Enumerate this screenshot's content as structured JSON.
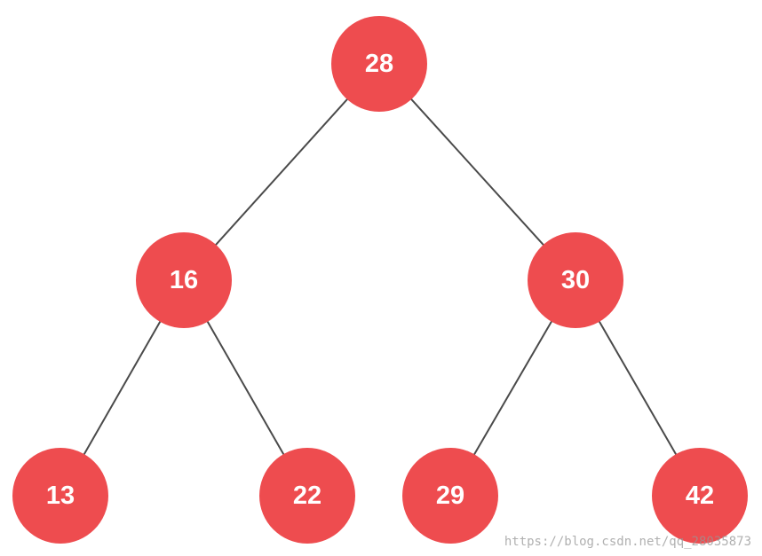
{
  "tree": {
    "node_color": "#ee4c4f",
    "label_color": "#ffffff",
    "edge_color": "#4a4a4a",
    "nodes": [
      {
        "id": "n28",
        "label": "28"
      },
      {
        "id": "n16",
        "label": "16",
        "parent": "n28"
      },
      {
        "id": "n30",
        "label": "30",
        "parent": "n28"
      },
      {
        "id": "n13",
        "label": "13",
        "parent": "n16"
      },
      {
        "id": "n22",
        "label": "22",
        "parent": "n16"
      },
      {
        "id": "n29",
        "label": "29",
        "parent": "n30"
      },
      {
        "id": "n42",
        "label": "42",
        "parent": "n30"
      }
    ]
  },
  "watermark": {
    "text": "https://blog.csdn.net/qq_28035873"
  }
}
